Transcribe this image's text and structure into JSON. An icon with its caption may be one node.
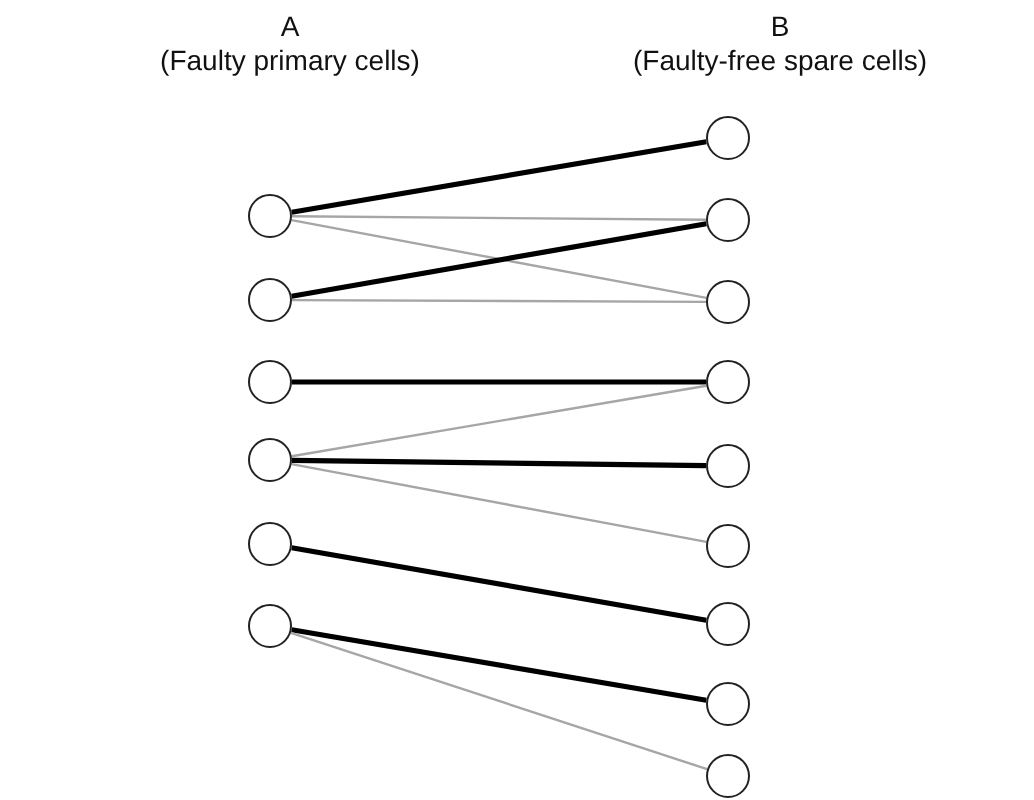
{
  "diagram": {
    "nodes": [
      {
        "text": [],
        "shape": "circle"
      },
      {
        "text": [],
        "shape": "circle"
      },
      {
        "text": [],
        "shape": "circle"
      },
      {
        "text": [],
        "shape": "circle"
      },
      {
        "text": [],
        "shape": "circle"
      },
      {
        "text": [],
        "shape": "circle"
      },
      {
        "text": [],
        "shape": "circle"
      },
      {
        "text": [],
        "shape": "circle"
      },
      {
        "text": [],
        "shape": "circle"
      },
      {
        "text": [],
        "shape": "circle"
      },
      {
        "text": [],
        "shape": "circle"
      },
      {
        "text": [],
        "shape": "circle"
      },
      {
        "text": [],
        "shape": "circle"
      },
      {
        "text": [],
        "shape": "circle"
      },
      {
        "text": [],
        "shape": "circle"
      }
    ],
    "edges": [
      {
        "from": 0,
        "to": 6,
        "arrow": "none"
      },
      {
        "from": 0,
        "to": 7,
        "arrow": "none",
        "color": "#a6a6a6"
      },
      {
        "from": 0,
        "to": 8,
        "arrow": "none",
        "color": "#a6a6a6"
      },
      {
        "from": 1,
        "to": 7,
        "arrow": "none"
      },
      {
        "from": 1,
        "to": 8,
        "arrow": "none",
        "color": "#a6a6a6"
      },
      {
        "from": 2,
        "to": 9,
        "arrow": "none"
      },
      {
        "from": 3,
        "to": 9,
        "arrow": "none",
        "color": "#a6a6a6"
      },
      {
        "from": 3,
        "to": 10,
        "arrow": "none"
      },
      {
        "from": 3,
        "to": 11,
        "arrow": "none",
        "color": "#a6a6a6"
      },
      {
        "from": 4,
        "to": 12,
        "arrow": "none"
      },
      {
        "from": 5,
        "to": 13,
        "arrow": "none"
      },
      {
        "from": 5,
        "to": 14,
        "arrow": "none",
        "color": "#a6a6a6"
      }
    ],
    "labels": [
      "A",
      "(Faulty primary cells)",
      "B",
      "(Faulty-free spare cells)"
    ]
  }
}
